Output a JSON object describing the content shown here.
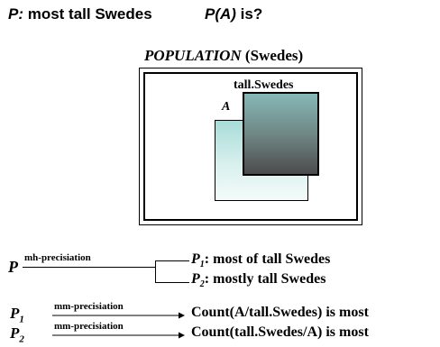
{
  "header": {
    "left_prefix": "P:",
    "left_text": " most tall Swedes",
    "right_prefix": "P(A)",
    "right_text": " is?"
  },
  "population": {
    "title_italic": "POPULATION",
    "title_rest": " (Swedes)",
    "tall_label": "tall.Swedes",
    "a_label": "A"
  },
  "precisiation": {
    "p_symbol": "P",
    "mh_label": "mh-precisiation",
    "p1_symbol": "P",
    "p1_sub": "1",
    "p1_text": ": most of tall Swedes",
    "p2_symbol": "P",
    "p2_sub": "2",
    "p2_text": ": mostly tall Swedes",
    "mm_label_1": "mm-precisiation",
    "mm_label_2": "mm-precisiation",
    "row1_left_sym": "P",
    "row1_left_sub": "1",
    "row2_left_sym": "P",
    "row2_left_sub": "2",
    "count_1": "Count(A/tall.Swedes) is most",
    "count_2": "Count(tall.Swedes/A) is most"
  }
}
